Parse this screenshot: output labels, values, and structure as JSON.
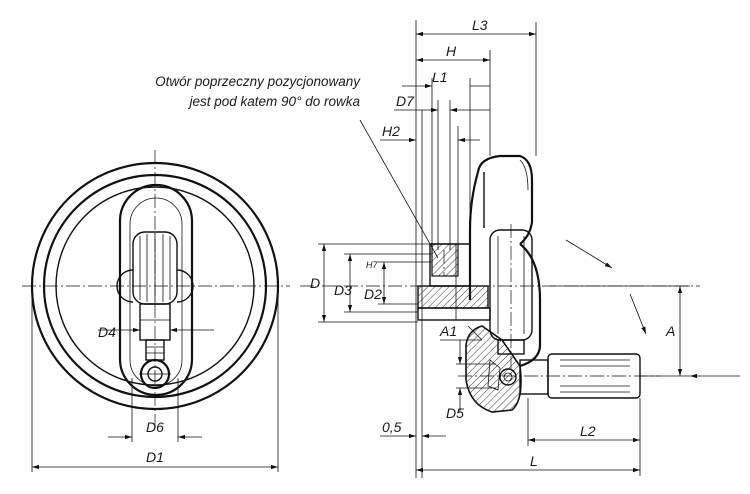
{
  "note": {
    "line1": "Otwór poprzeczny pozycjonowany",
    "line2": "jest pod katem 90° do rowka"
  },
  "labels": {
    "L3": "L3",
    "H": "H",
    "L1": "L1",
    "D7": "D7",
    "H2": "H2",
    "D": "D",
    "D3": "D3",
    "D2": "D2",
    "H7": "H7",
    "A1": "A1",
    "A": "A",
    "D5": "D5",
    "half": "0,5",
    "L2": "L2",
    "L": "L",
    "D4": "D4",
    "D6": "D6",
    "D1": "D1"
  }
}
